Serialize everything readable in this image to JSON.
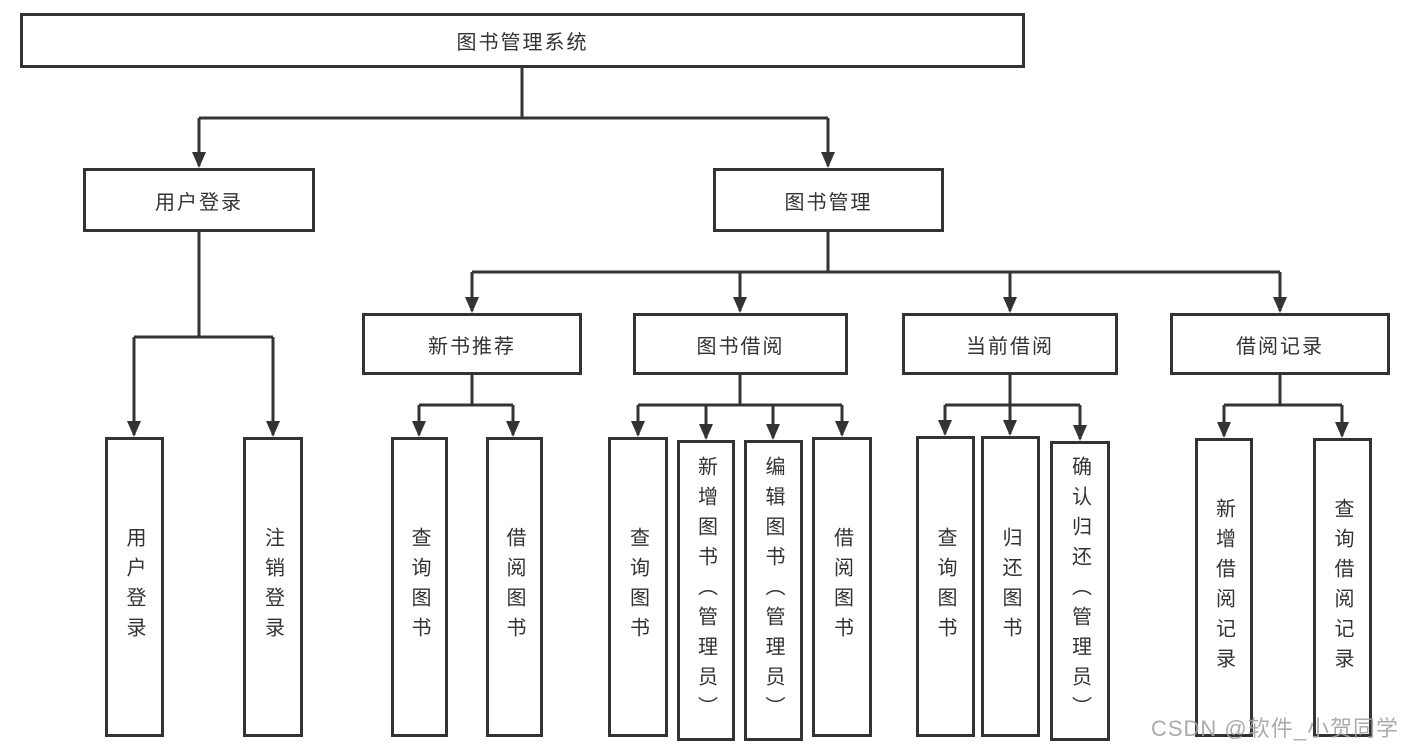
{
  "diagram": {
    "title": "图书管理系统",
    "children": [
      {
        "label": "用户登录",
        "children": [
          {
            "label": "用户登录"
          },
          {
            "label": "注销登录"
          }
        ]
      },
      {
        "label": "图书管理",
        "children": [
          {
            "label": "新书推荐",
            "children": [
              {
                "label": "查询图书"
              },
              {
                "label": "借阅图书"
              }
            ]
          },
          {
            "label": "图书借阅",
            "children": [
              {
                "label": "查询图书"
              },
              {
                "label": "新增图书（管理员）"
              },
              {
                "label": "编辑图书（管理员）"
              },
              {
                "label": "借阅图书"
              }
            ]
          },
          {
            "label": "当前借阅",
            "children": [
              {
                "label": "查询图书"
              },
              {
                "label": "归还图书"
              },
              {
                "label": "确认归还（管理员）"
              }
            ]
          },
          {
            "label": "借阅记录",
            "children": [
              {
                "label": "新增借阅记录"
              },
              {
                "label": "查询借阅记录"
              }
            ]
          }
        ]
      }
    ]
  },
  "watermark": {
    "text": "CSDN @软件_小贺同学"
  },
  "colors": {
    "line": "#333333",
    "box_border": "#333333",
    "text": "#333333",
    "background": "#ffffff",
    "watermark": "#a2a2a2"
  }
}
